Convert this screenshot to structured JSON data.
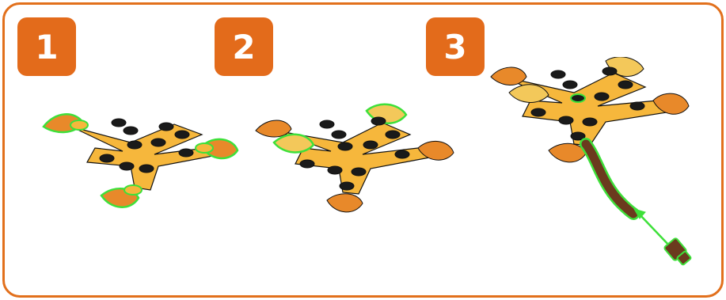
{
  "steps": [
    {
      "number": "1"
    },
    {
      "number": "2"
    },
    {
      "number": "3"
    }
  ],
  "colors": {
    "frame": "#e2701c",
    "badge": "#e36b1b",
    "badge_text": "#ffffff",
    "plate": "#f6b73c",
    "stud": "#1a1a1a",
    "leaf_orange": "#e8892a",
    "leaf_yellow": "#f3c85a",
    "highlight": "#3ee03a",
    "branch": "#6b3a1e",
    "arrow": "#3ee03a"
  },
  "icons": [
    "plant-plate-part",
    "leaf-part",
    "branch-part",
    "insert-arrow-icon"
  ]
}
